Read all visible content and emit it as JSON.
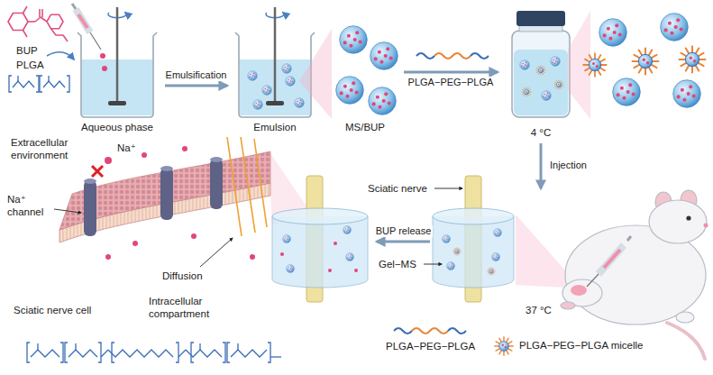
{
  "diagram": {
    "nodes": [
      {
        "text": [
          "Aqueous phase"
        ]
      },
      {
        "text": [
          "Emulsion"
        ]
      },
      {
        "text": [
          "MS/BUP"
        ]
      },
      {
        "text": [
          "4 °C"
        ]
      },
      {
        "text": [
          "37 °C"
        ]
      },
      {
        "text": [
          "Sciatic nerve",
          "Gel−MS"
        ]
      },
      {
        "text": [
          "Extracellular environment",
          "Na⁺",
          "Na⁺ channel",
          "Diffusion",
          "Sciatic nerve cell",
          "Intracellular compartment"
        ]
      }
    ],
    "edges": [
      {
        "from": 0,
        "to": 1,
        "label": "Emulsification",
        "arrow": "to"
      },
      {
        "from": 2,
        "to": 3,
        "label": "PLGA−PEG−PLGA",
        "arrow": "to"
      },
      {
        "from": 3,
        "to": 4,
        "label": "Injection",
        "arrow": "to"
      },
      {
        "from": 5,
        "to": 6,
        "label": "BUP release",
        "arrow": "to"
      }
    ],
    "labels": [
      "BUP",
      "PLGA"
    ],
    "legend": [
      {
        "text": "PLGA−PEG−PLGA micelle"
      },
      {
        "text": "PLGA−PEG−PLGA"
      }
    ]
  }
}
